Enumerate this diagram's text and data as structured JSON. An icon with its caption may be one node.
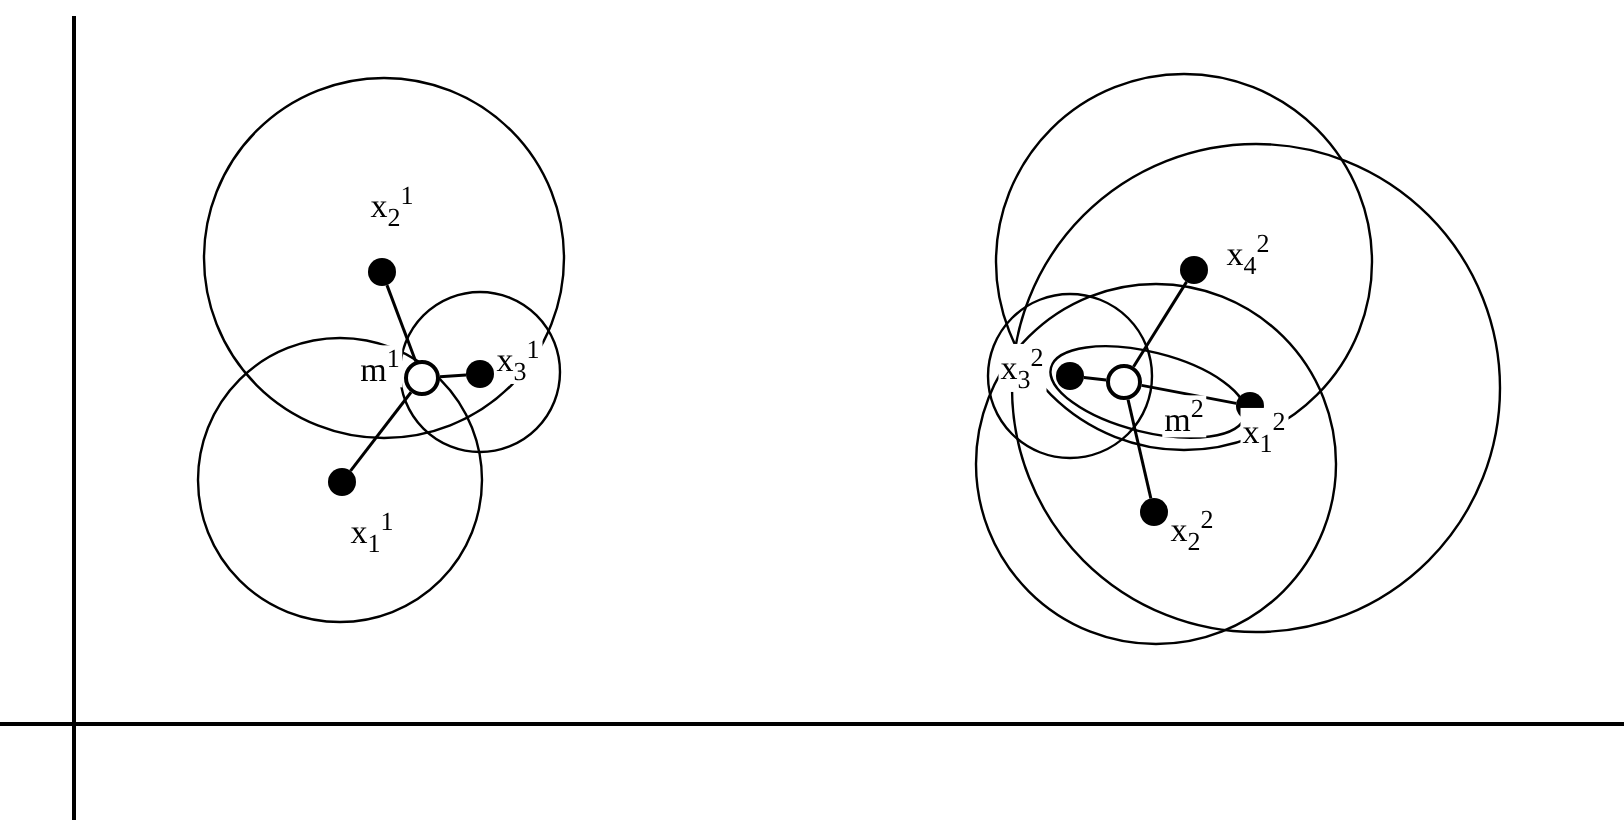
{
  "diagram": {
    "nodes": [
      {
        "text": [],
        "shape": "dot",
        "beside": [
          "x$_{2}$$^{1}$"
        ]
      },
      {
        "text": [],
        "shape": "circle",
        "beside": [
          "m$^{1}$"
        ]
      },
      {
        "text": [],
        "shape": "dot",
        "beside": [
          "x$_{3}$$^{1}$"
        ]
      },
      {
        "text": [],
        "shape": "dot",
        "beside": [
          "x$_{1}$$^{1}$"
        ]
      },
      {
        "text": [],
        "shape": "dot",
        "beside": [
          "x$_{4}$$^{2}$"
        ]
      },
      {
        "text": [],
        "shape": "dot",
        "beside": [
          "x$_{3}$$^{2}$"
        ]
      },
      {
        "text": [],
        "shape": "circle",
        "beside": [
          "m$^{2}$"
        ]
      },
      {
        "text": [],
        "shape": "dot",
        "beside": [
          "x$_{1}$$^{2}$"
        ]
      },
      {
        "text": [],
        "shape": "dot",
        "beside": [
          "x$_{2}$$^{2}$"
        ]
      }
    ],
    "edges": [
      {
        "from": 1,
        "to": 0,
        "arrow": "none"
      },
      {
        "from": 1,
        "to": 2,
        "arrow": "none"
      },
      {
        "from": 1,
        "to": 3,
        "arrow": "none"
      },
      {
        "from": 6,
        "to": 4,
        "arrow": "none"
      },
      {
        "from": 6,
        "to": 5,
        "arrow": "none"
      },
      {
        "from": 6,
        "to": 7,
        "arrow": "none"
      },
      {
        "from": 6,
        "to": 8,
        "arrow": "none"
      }
    ]
  }
}
